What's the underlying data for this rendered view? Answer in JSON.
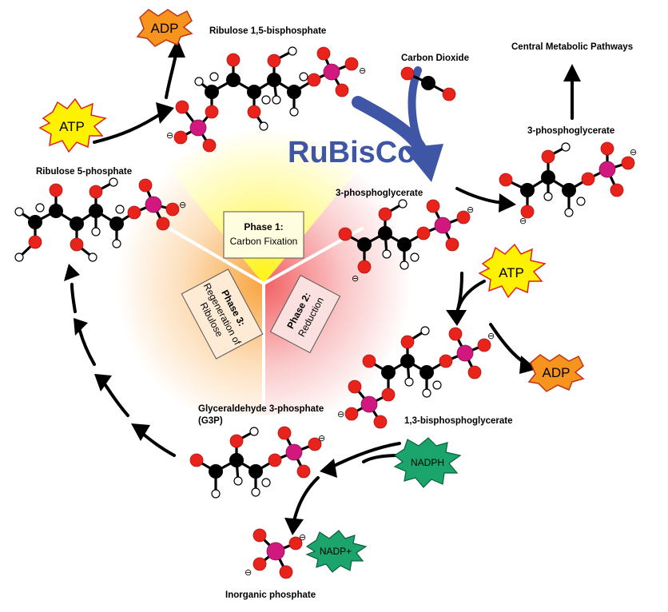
{
  "labels": {
    "ribulose15bp": "Ribulose 1,5-bisphosphate",
    "carbon_dioxide": "Carbon Dioxide",
    "central_pathways": "Central Metabolic Pathways",
    "pga_right": "3-phosphoglycerate",
    "pga_center": "3-phosphoglycerate",
    "ribulose5p": "Ribulose 5-phosphate",
    "bpg": "1,3-bisphosphoglycerate",
    "g3p_line1": "Glyceraldehyde 3-phosphate",
    "g3p_line2": "(G3P)",
    "inorganic_phosphate": "Inorganic phosphate"
  },
  "enzyme": "RuBisCo",
  "phases": [
    {
      "title": "Phase 1:",
      "text": [
        "Carbon Fixation"
      ]
    },
    {
      "title": "Phase 2:",
      "text": [
        "Reduction"
      ]
    },
    {
      "title": "Phase 3:",
      "text": [
        "Regeneration of",
        "Ribulose"
      ]
    }
  ],
  "badges": {
    "adp_top": "ADP",
    "atp_left": "ATP",
    "atp_right": "ATP",
    "adp_right": "ADP",
    "nadph": "NADPH",
    "nadp": "NADP+"
  },
  "charge_symbol": "⊖",
  "colors": {
    "carbon": "#000000",
    "oxygen": "#e8231c",
    "phosphorus": "#d0187f",
    "hydrogen": "#ffffff",
    "rubisco_arrow": "#3f56a6",
    "atp_fill": "#fff200",
    "adp_fill": "#f7941d",
    "nadph_fill": "#1ba46b",
    "phase1_glow": "#fff200",
    "phase2_glow": "#ef4448",
    "phase3_glow": "#f7941d"
  }
}
